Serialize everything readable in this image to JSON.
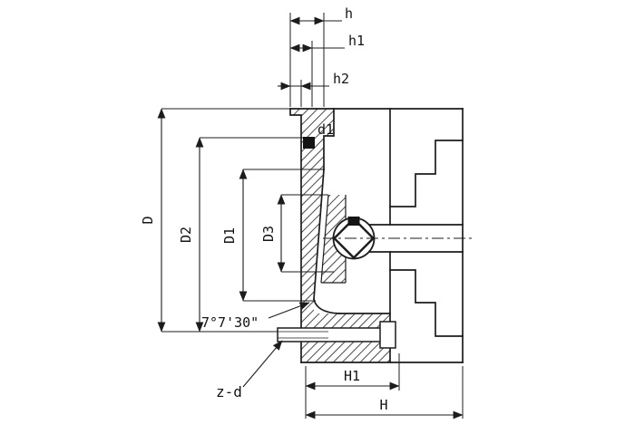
{
  "labels": {
    "h": "h",
    "h1": "h1",
    "h2": "h2",
    "d1": "d1",
    "D": "D",
    "D2": "D2",
    "D1": "D1",
    "D3": "D3",
    "angle": "7°7'30\"",
    "z_d": "z-d",
    "H1": "H1",
    "H": "H"
  },
  "colors": {
    "line": "#1c1c1c",
    "hatch": "#4a4a4a",
    "background": "#ffffff",
    "section_fill": "#141414"
  }
}
